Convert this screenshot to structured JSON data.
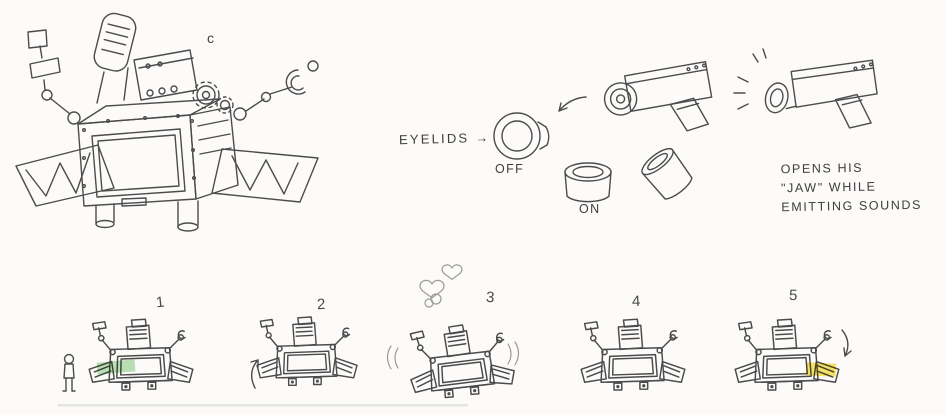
{
  "labels": {
    "part": "c",
    "eyelids": "EYELIDS →",
    "off": "OFF",
    "on": "ON"
  },
  "jaw_note": {
    "lines": [
      "OPENS HIS",
      "\"JAW\" WHILE",
      "EMITTING SOUNDS"
    ]
  },
  "storyboard": {
    "frames": [
      {
        "number": "1"
      },
      {
        "number": "2"
      },
      {
        "number": "3"
      },
      {
        "number": "4"
      },
      {
        "number": "5"
      }
    ]
  },
  "colors": {
    "pencil": "#4c4c4c",
    "highlight_green": "#8fcf8a",
    "highlight_yellow": "#f6d93c"
  }
}
